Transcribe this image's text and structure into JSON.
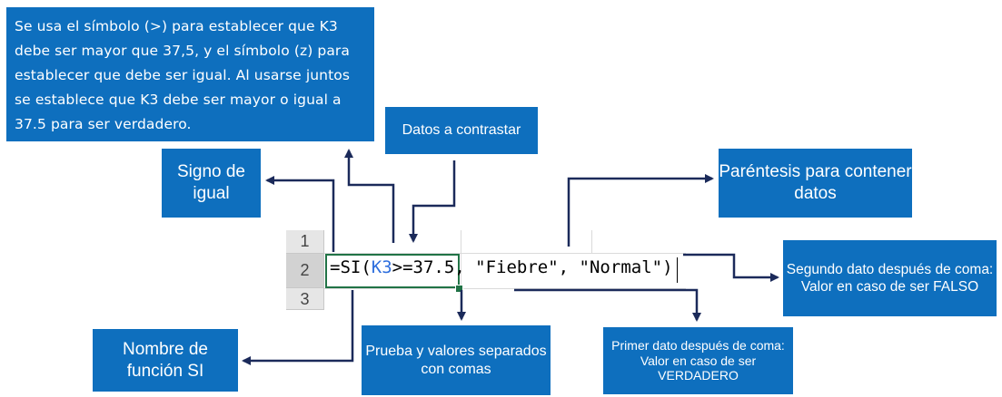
{
  "callouts": {
    "main": "Se usa el símbolo (>) para establecer que K3 debe ser mayor que 37,5, y el símbolo (z) para establecer que debe ser igual. Al usarse juntos se establece que K3 debe ser mayor o igual a 37.5 para ser verdadero.",
    "datos": "Datos a contrastar",
    "signo": "Signo de igual",
    "parentesis": "Paréntesis para contener datos",
    "segundo": "Segundo dato después de coma: Valor en caso de ser FALSO",
    "nombre": "Nombre de función SI",
    "prueba": "Prueba y valores separados con comas",
    "primer": "Primer dato después de coma: Valor en caso de ser VERDADERO"
  },
  "sheet": {
    "rows": [
      "1",
      "2",
      "3"
    ],
    "formula_start": "=SI(",
    "formula_ref": "K3",
    "formula_end": ">=37.5, \"Fiebre\", \"Normal\")"
  },
  "colors": {
    "callout_bg": "#0e6fbe",
    "callout_text": "#ffffff",
    "arrow": "#1b2a5a",
    "active_cell_border": "#217346",
    "cell_reference": "#2f6fdd"
  }
}
